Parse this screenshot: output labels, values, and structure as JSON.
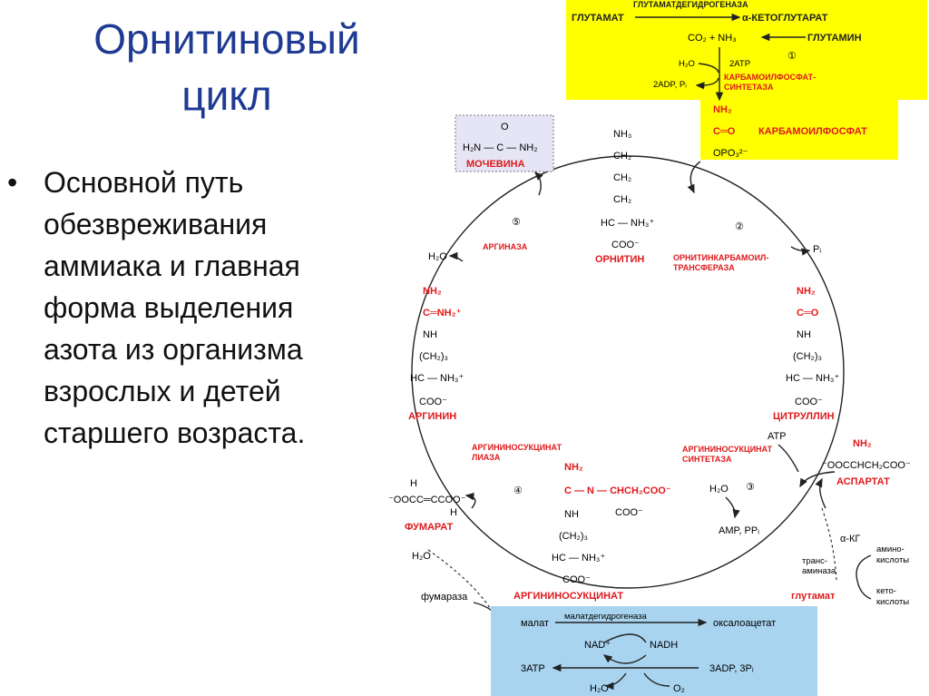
{
  "slide": {
    "title_line1": "Орнитиновый",
    "title_line2": "цикл",
    "bullet_marker": "•",
    "bullet_lines": [
      "Основной путь",
      "обезвреживания",
      "аммиака и главная",
      "форма выделения",
      "азота из организма",
      "взрослых и детей",
      "старшего возраста."
    ]
  },
  "colors": {
    "title": "#1f3a93",
    "enzyme_red": "#e0191b",
    "yellow_box": "#ffff00",
    "blue_box": "#a8d4f0"
  },
  "diagram": {
    "yellow": {
      "enzyme_top": "ГЛУТАМАТДЕГИДРОГЕНАЗА",
      "glutamate": "ГЛУТАМАТ",
      "ketoglutarate": "α-КЕТОГЛУТАРАТ",
      "co2_nh3": "CO₂  +  NH₃",
      "glutamine": "ГЛУТАМИН",
      "step1": "①",
      "h2o": "H₂O",
      "atp2": "2ATP",
      "adp2": "2ADP, Pᵢ",
      "synthase1": "КАРБАМОИЛФОСФАТ-",
      "synthase2": "СИНТЕТАЗА",
      "cp_nh2": "NH₂",
      "cp_co": "C═O",
      "cp_opo3": "OPO₃²⁻",
      "cp_name": "КАРБАМОИЛФОСФАТ"
    },
    "urea": {
      "o": "O",
      "formula": "H₂N — C — NH₂",
      "name": "МОЧЕВИНА"
    },
    "ornithine": {
      "l1": "NH₃",
      "l2": "CH₂",
      "l3": "CH₂",
      "l4": "CH₂",
      "l5": "HC — NH₃⁺",
      "l6": "COO⁻",
      "name": "ОРНИТИН"
    },
    "step2": "②",
    "otc1": "ОРНИТИНКАРБАМОИЛ-",
    "otc2": "ТРАНСФЕРАЗА",
    "pi": "Pᵢ",
    "citrulline": {
      "l1": "NH₂",
      "l2": "C═O",
      "l3": "NH",
      "l4": "(CH₂)₃",
      "l5": "HC — NH₃⁺",
      "l6": "COO⁻",
      "name": "ЦИТРУЛЛИН"
    },
    "step5": "⑤",
    "arginase": "АРГИНАЗА",
    "h2o_arg": "H₂O",
    "arginine": {
      "l1": "NH₂",
      "l2": "C═NH₂⁺",
      "l3": "NH",
      "l4": "(CH₂)₃",
      "l5": "HC — NH₃⁺",
      "l6": "COO⁻",
      "name": "АРГИНИН"
    },
    "ass1": "АРГИНИНОСУКЦИНАТ",
    "ass2": "СИНТЕТАЗА",
    "step3": "③",
    "atp": "ATP",
    "h2o_ass": "H₂O",
    "amp": "AMP, PPᵢ",
    "aspartate": {
      "nh2": "NH₂",
      "formula": "⁻OOCCHCH₂COO⁻",
      "name": "АСПАРТАТ"
    },
    "asl1": "АРГИНИНОСУКЦИНАТ",
    "asl2": "ЛИАЗА",
    "step4": "④",
    "fumarate": {
      "h1": "H",
      "formula": "⁻OOCC═CCOO⁻",
      "h2": "H",
      "name": "ФУМАРАТ"
    },
    "argsucc": {
      "l1": "NH₂",
      "l2": "C — N — CHCH₂COO⁻",
      "l3": "COO⁻",
      "l4": "NH",
      "l5": "(CH₂)₃",
      "l6": "HC — NH₃⁺",
      "l7": "COO⁻",
      "name": "АРГИНИНОСУКЦИНАТ"
    },
    "h2o_fum": "H₂O",
    "fumarase": "фумараза",
    "akg": "α-КГ",
    "transaminase1": "транс-",
    "transaminase2": "аминаза",
    "aminoacids1": "амино-",
    "aminoacids2": "кислоты",
    "ketoacids1": "кето-",
    "ketoacids2": "кислоты",
    "glutamate2": "глутамат",
    "blue": {
      "mdh": "малатдегидрогеназа",
      "malate": "малат",
      "oxaloacetate": "оксалоацетат",
      "nad": "NAD⁺",
      "nadh": "NADH",
      "atp3": "3ATP",
      "adp3": "3ADP, 3Pᵢ",
      "h2o": "H₂O",
      "o2": "O₂"
    }
  }
}
